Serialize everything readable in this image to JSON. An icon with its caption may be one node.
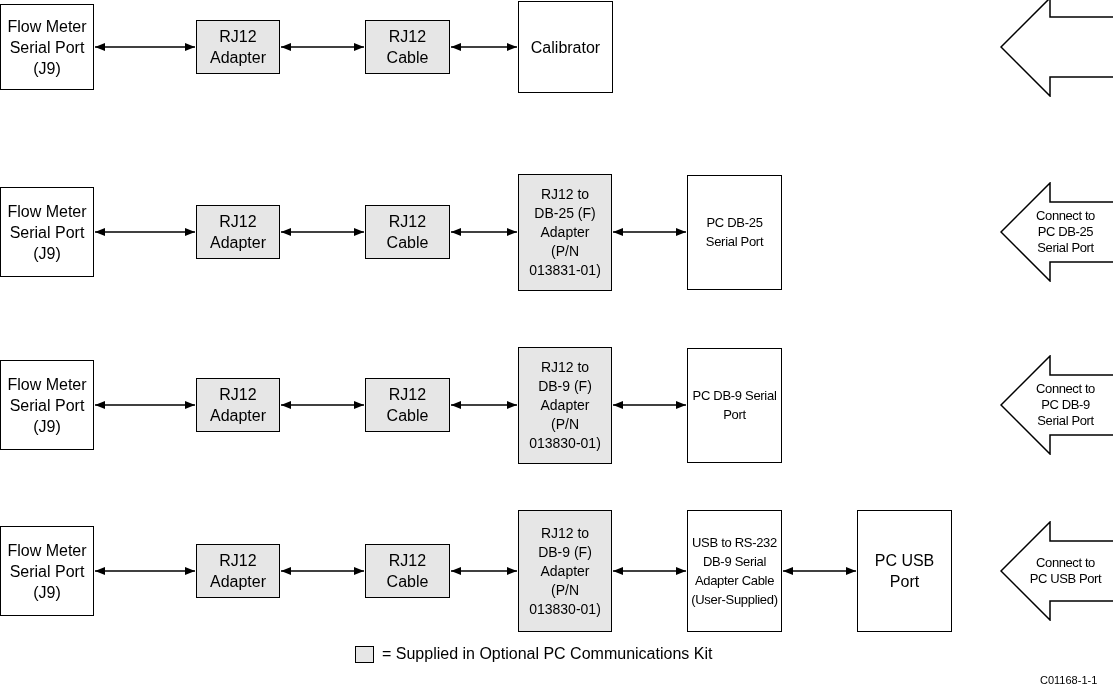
{
  "diagram": {
    "nodes": [
      {
        "text": [
          "Flow Meter Serial Port (J9)"
        ]
      },
      {
        "text": [
          "RJ12 Adapter"
        ]
      },
      {
        "text": [
          "RJ12 Cable"
        ]
      },
      {
        "text": [
          "Calibrator"
        ]
      },
      {
        "text": [],
        "shape": "arrow"
      },
      {
        "text": [
          "Flow Meter Serial Port (J9)"
        ]
      },
      {
        "text": [
          "RJ12 Adapter"
        ]
      },
      {
        "text": [
          "RJ12 Cable"
        ]
      },
      {
        "text": [
          "RJ12 to DB-25 (F) Adapter (P/N 013831-01)"
        ]
      },
      {
        "text": [
          "PC DB-25 Serial Port"
        ]
      },
      {
        "text": [
          "Connect to PC DB-25 Serial Port"
        ]
      },
      {
        "text": [
          "Flow Meter Serial Port (J9)"
        ]
      },
      {
        "text": [
          "RJ12 Adapter"
        ]
      },
      {
        "text": [
          "RJ12 Cable"
        ]
      },
      {
        "text": [
          "RJ12 to DB-9 (F) Adapter (P/N 013830-01)"
        ]
      },
      {
        "text": [
          "PC DB-9 Serial Port"
        ]
      },
      {
        "text": [
          "Connect to PC DB-9 Serial Port"
        ]
      },
      {
        "text": [
          "Flow Meter Serial Port (J9)"
        ]
      },
      {
        "text": [
          "RJ12 Adapter"
        ]
      },
      {
        "text": [
          "RJ12 Cable"
        ]
      },
      {
        "text": [
          "RJ12 to DB-9 (F) Adapter (P/N 013830-01)"
        ]
      },
      {
        "text": [
          "USB to RS-232 DB-9 Serial Adapter Cable (User-Supplied)"
        ]
      },
      {
        "text": [
          "PC USB Port"
        ]
      },
      {
        "text": [
          "Connect to PC USB Port"
        ]
      }
    ],
    "edges": [
      {
        "from": 0,
        "to": 1,
        "arrow": "both"
      },
      {
        "from": 1,
        "to": 2,
        "arrow": "both"
      },
      {
        "from": 2,
        "to": 3,
        "arrow": "both"
      },
      {
        "from": 5,
        "to": 6,
        "arrow": "both"
      },
      {
        "from": 6,
        "to": 7,
        "arrow": "both"
      },
      {
        "from": 7,
        "to": 8,
        "arrow": "both"
      },
      {
        "from": 8,
        "to": 9,
        "arrow": "both"
      },
      {
        "from": 11,
        "to": 12,
        "arrow": "both"
      },
      {
        "from": 12,
        "to": 13,
        "arrow": "both"
      },
      {
        "from": 13,
        "to": 14,
        "arrow": "both"
      },
      {
        "from": 14,
        "to": 15,
        "arrow": "both"
      },
      {
        "from": 17,
        "to": 18,
        "arrow": "both"
      },
      {
        "from": 18,
        "to": 19,
        "arrow": "both"
      },
      {
        "from": 19,
        "to": 20,
        "arrow": "both"
      },
      {
        "from": 20,
        "to": 21,
        "arrow": "both"
      },
      {
        "from": 21,
        "to": 22,
        "arrow": "both"
      }
    ],
    "labels": [
      "C01168-1-1"
    ],
    "legend": [
      {
        "text": "= Supplied in Optional PC Communications Kit",
        "color": "#e6e6e6"
      }
    ]
  }
}
